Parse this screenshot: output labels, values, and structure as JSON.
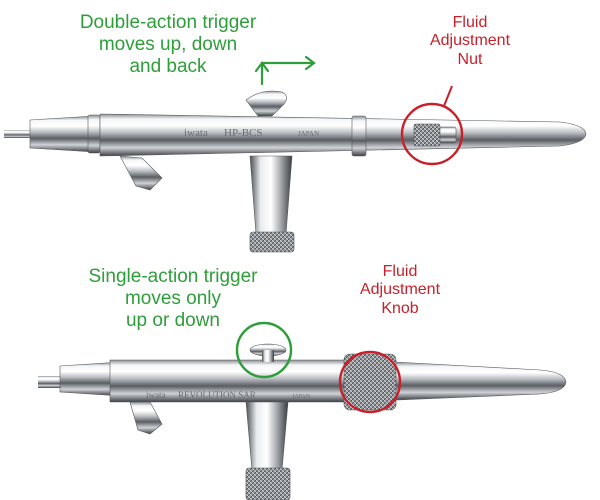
{
  "annotations": {
    "double_action": {
      "lines": [
        "Double-action trigger",
        "moves up, down",
        "and back"
      ],
      "color": "#2e9e3a"
    },
    "fluid_nut": {
      "lines": [
        "Fluid",
        "Adjustment",
        "Nut"
      ],
      "color": "#c8202a"
    },
    "single_action": {
      "lines": [
        "Single-action trigger",
        "moves only",
        "up or down"
      ],
      "color": "#2e9e3a"
    },
    "fluid_knob": {
      "lines": [
        "Fluid",
        "Adjustment",
        "Knob"
      ],
      "color": "#c8202a"
    }
  },
  "airbrushes": {
    "top": {
      "engraving_brand": "iwata",
      "engraving_model": "HP-BCS",
      "engraving_origin": "JAPAN"
    },
    "bottom": {
      "engraving_brand": "iwata",
      "engraving_model": "REVOLUTION SAR",
      "engraving_origin": "JAPAN"
    }
  },
  "colors": {
    "annotation_green": "#2e9e3a",
    "annotation_red": "#c8202a"
  },
  "icons": [
    "move-arrows-icon"
  ]
}
